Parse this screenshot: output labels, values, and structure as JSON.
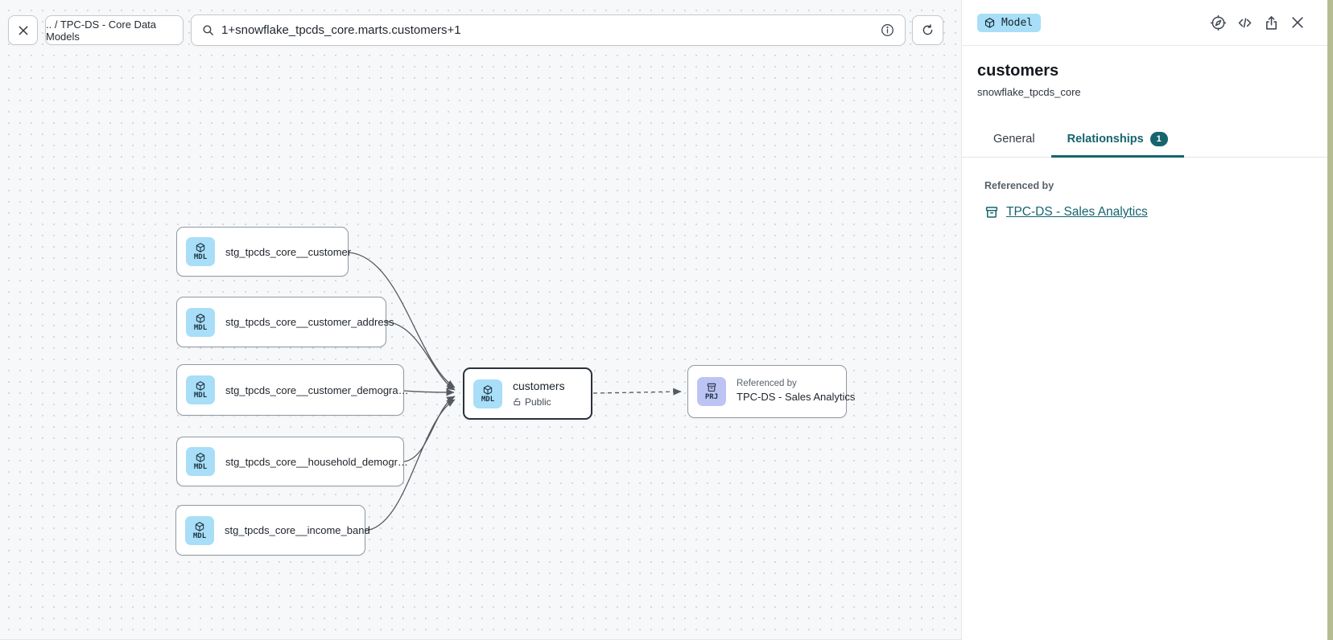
{
  "colors": {
    "accent_teal": "#15646e",
    "model_icon_bg": "#a8def7",
    "project_icon_bg": "#bcc4f4",
    "canvas_bg": "#f7f8f9",
    "edge": "#555a61",
    "selected_node_border": "#2b313b",
    "right_edge_strip": "#b6bc92"
  },
  "icons": {
    "close": "x-icon",
    "search": "magnifier-icon",
    "info": "circled-i-icon",
    "refresh": "circular-arrow-icon",
    "compass": "compass-icon",
    "code": "angle-brackets-icon",
    "share": "box-arrow-up-icon",
    "model": "cube-icon",
    "project": "archive-box-icon",
    "public": "open-padlock-icon"
  },
  "toolbar": {
    "breadcrumb": ".. / TPC-DS - Core Data Models",
    "search_value": "1+snowflake_tpcds_core.marts.customers+1"
  },
  "panel": {
    "type_badge": "Model",
    "title": "customers",
    "subtitle": "snowflake_tpcds_core",
    "tabs": [
      {
        "label": "General"
      },
      {
        "label": "Relationships",
        "badge": "1"
      }
    ],
    "section_label": "Referenced by",
    "reference_link": "TPC-DS - Sales Analytics"
  },
  "canvas": {
    "nodes": [
      {
        "icon_label": "MDL",
        "label": "stg_tpcds_core__customer"
      },
      {
        "icon_label": "MDL",
        "label": "stg_tpcds_core__customer_address"
      },
      {
        "icon_label": "MDL",
        "label": "stg_tpcds_core__customer_demogra…"
      },
      {
        "icon_label": "MDL",
        "label": "stg_tpcds_core__household_demogr…"
      },
      {
        "icon_label": "MDL",
        "label": "stg_tpcds_core__income_band"
      },
      {
        "icon_label": "MDL",
        "label": "customers",
        "sublabel": "Public"
      },
      {
        "icon_label": "PRJ",
        "overline": "Referenced by",
        "label": "TPC-DS - Sales Analytics"
      }
    ]
  }
}
